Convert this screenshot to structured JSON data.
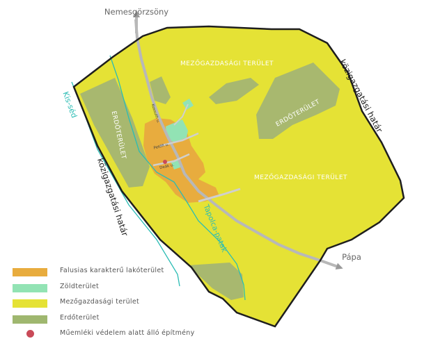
{
  "places": {
    "north": "Nemesgörzsöny",
    "east": "Pápa"
  },
  "waters": {
    "kis_sed": "Kis-séd",
    "tapolca": "Tapolca-patak"
  },
  "areas": {
    "agri_north": "MEZŐGAZDASÁGI TERÜLET",
    "agri_east": "MEZŐGAZDASÁGI TERÜLET",
    "forest_west": "ERDŐTERÜLET",
    "forest_east": "ERDŐTERÜLET"
  },
  "boundary": {
    "west": "közigazgatási határ",
    "northeast": "közigazgatási határ"
  },
  "streets": {
    "kossuth": "Kossuth u.",
    "petofi": "Petőfi u.",
    "deak": "Deák u."
  },
  "legend": [
    {
      "label": "Falusias karakterű lakóterület",
      "color": "#e8ac3e",
      "kind": "swatch"
    },
    {
      "label": "Zöldterület",
      "color": "#92e3b4",
      "kind": "swatch"
    },
    {
      "label": "Mezőgazdasági terület",
      "color": "#e5e235",
      "kind": "swatch"
    },
    {
      "label": "Erdőterület",
      "color": "#9fb76f",
      "kind": "swatch"
    },
    {
      "label": "Műemléki védelem alatt álló építmény",
      "color": "#c94a58",
      "kind": "dot"
    }
  ],
  "colors": {
    "agri": "#e5e235",
    "forest": "#a8b86f",
    "residential": "#e8ac3e",
    "green": "#92e3b4",
    "water": "#2bbcb4",
    "road": "#b8b8b8",
    "boundary": "#1e1e1e",
    "monument": "#c94a58"
  }
}
